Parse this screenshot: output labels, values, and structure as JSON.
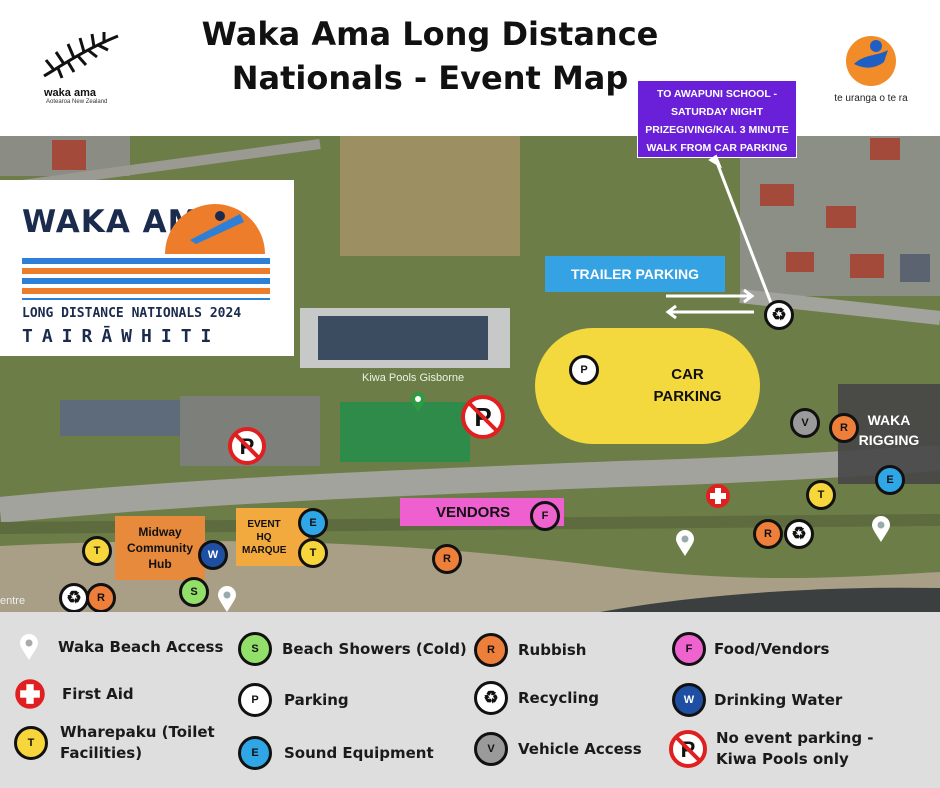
{
  "header": {
    "title_line1": "Waka Ama Long Distance",
    "title_line2": "Nationals - Event Map",
    "logo_left_text": "waka ama",
    "logo_left_sub": "Aotearoa New Zealand",
    "logo_right_text": "te uranga o te ra"
  },
  "event_logo": {
    "line1": "WAKA AMA",
    "line2": "LONG DISTANCE NATIONALS 2024",
    "line3": "TAIRĀWHITI"
  },
  "map": {
    "awapuni_note": "TO AWAPUNI SCHOOL - SATURDAY  NIGHT PRIZEGIVING/KAI. 3 MINUTE WALK FROM CAR PARKING",
    "trailer_parking": "TRAILER PARKING",
    "car_parking": "CAR PARKING",
    "kiwa_pools": "Kiwa Pools Gisborne",
    "vendors": "VENDORS",
    "waka_rigging": "WAKA RIGGING",
    "midway_hub": "Midway Community Hub",
    "event_hq": "EVENT HQ MARQUE",
    "centre_label": "entre"
  },
  "markers": {
    "T": "T",
    "R": "R",
    "E": "E",
    "W": "W",
    "S": "S",
    "P": "P",
    "F": "F",
    "V": "V"
  },
  "legend": {
    "beach_access": "Waka Beach Access",
    "first_aid": "First Aid",
    "toilets": "Wharepaku (Toilet Facilities)",
    "showers": "Beach Showers (Cold)",
    "parking": "Parking",
    "sound": "Sound Equipment",
    "rubbish": "Rubbish",
    "recycling": "Recycling",
    "vehicle": "Vehicle Access",
    "food": "Food/Vendors",
    "water": "Drinking Water",
    "no_parking": "No event parking - Kiwa Pools only"
  },
  "colors": {
    "car_parking": "#f3d83e",
    "trailer_parking": "#35a2e4",
    "awapuni_box": "#6a20d8",
    "vendors_box": "#ee5fcf",
    "waka_rigging_box": "#4a4a4a",
    "hub_box": "#e88a3c",
    "hq_box": "#f2a93d"
  }
}
